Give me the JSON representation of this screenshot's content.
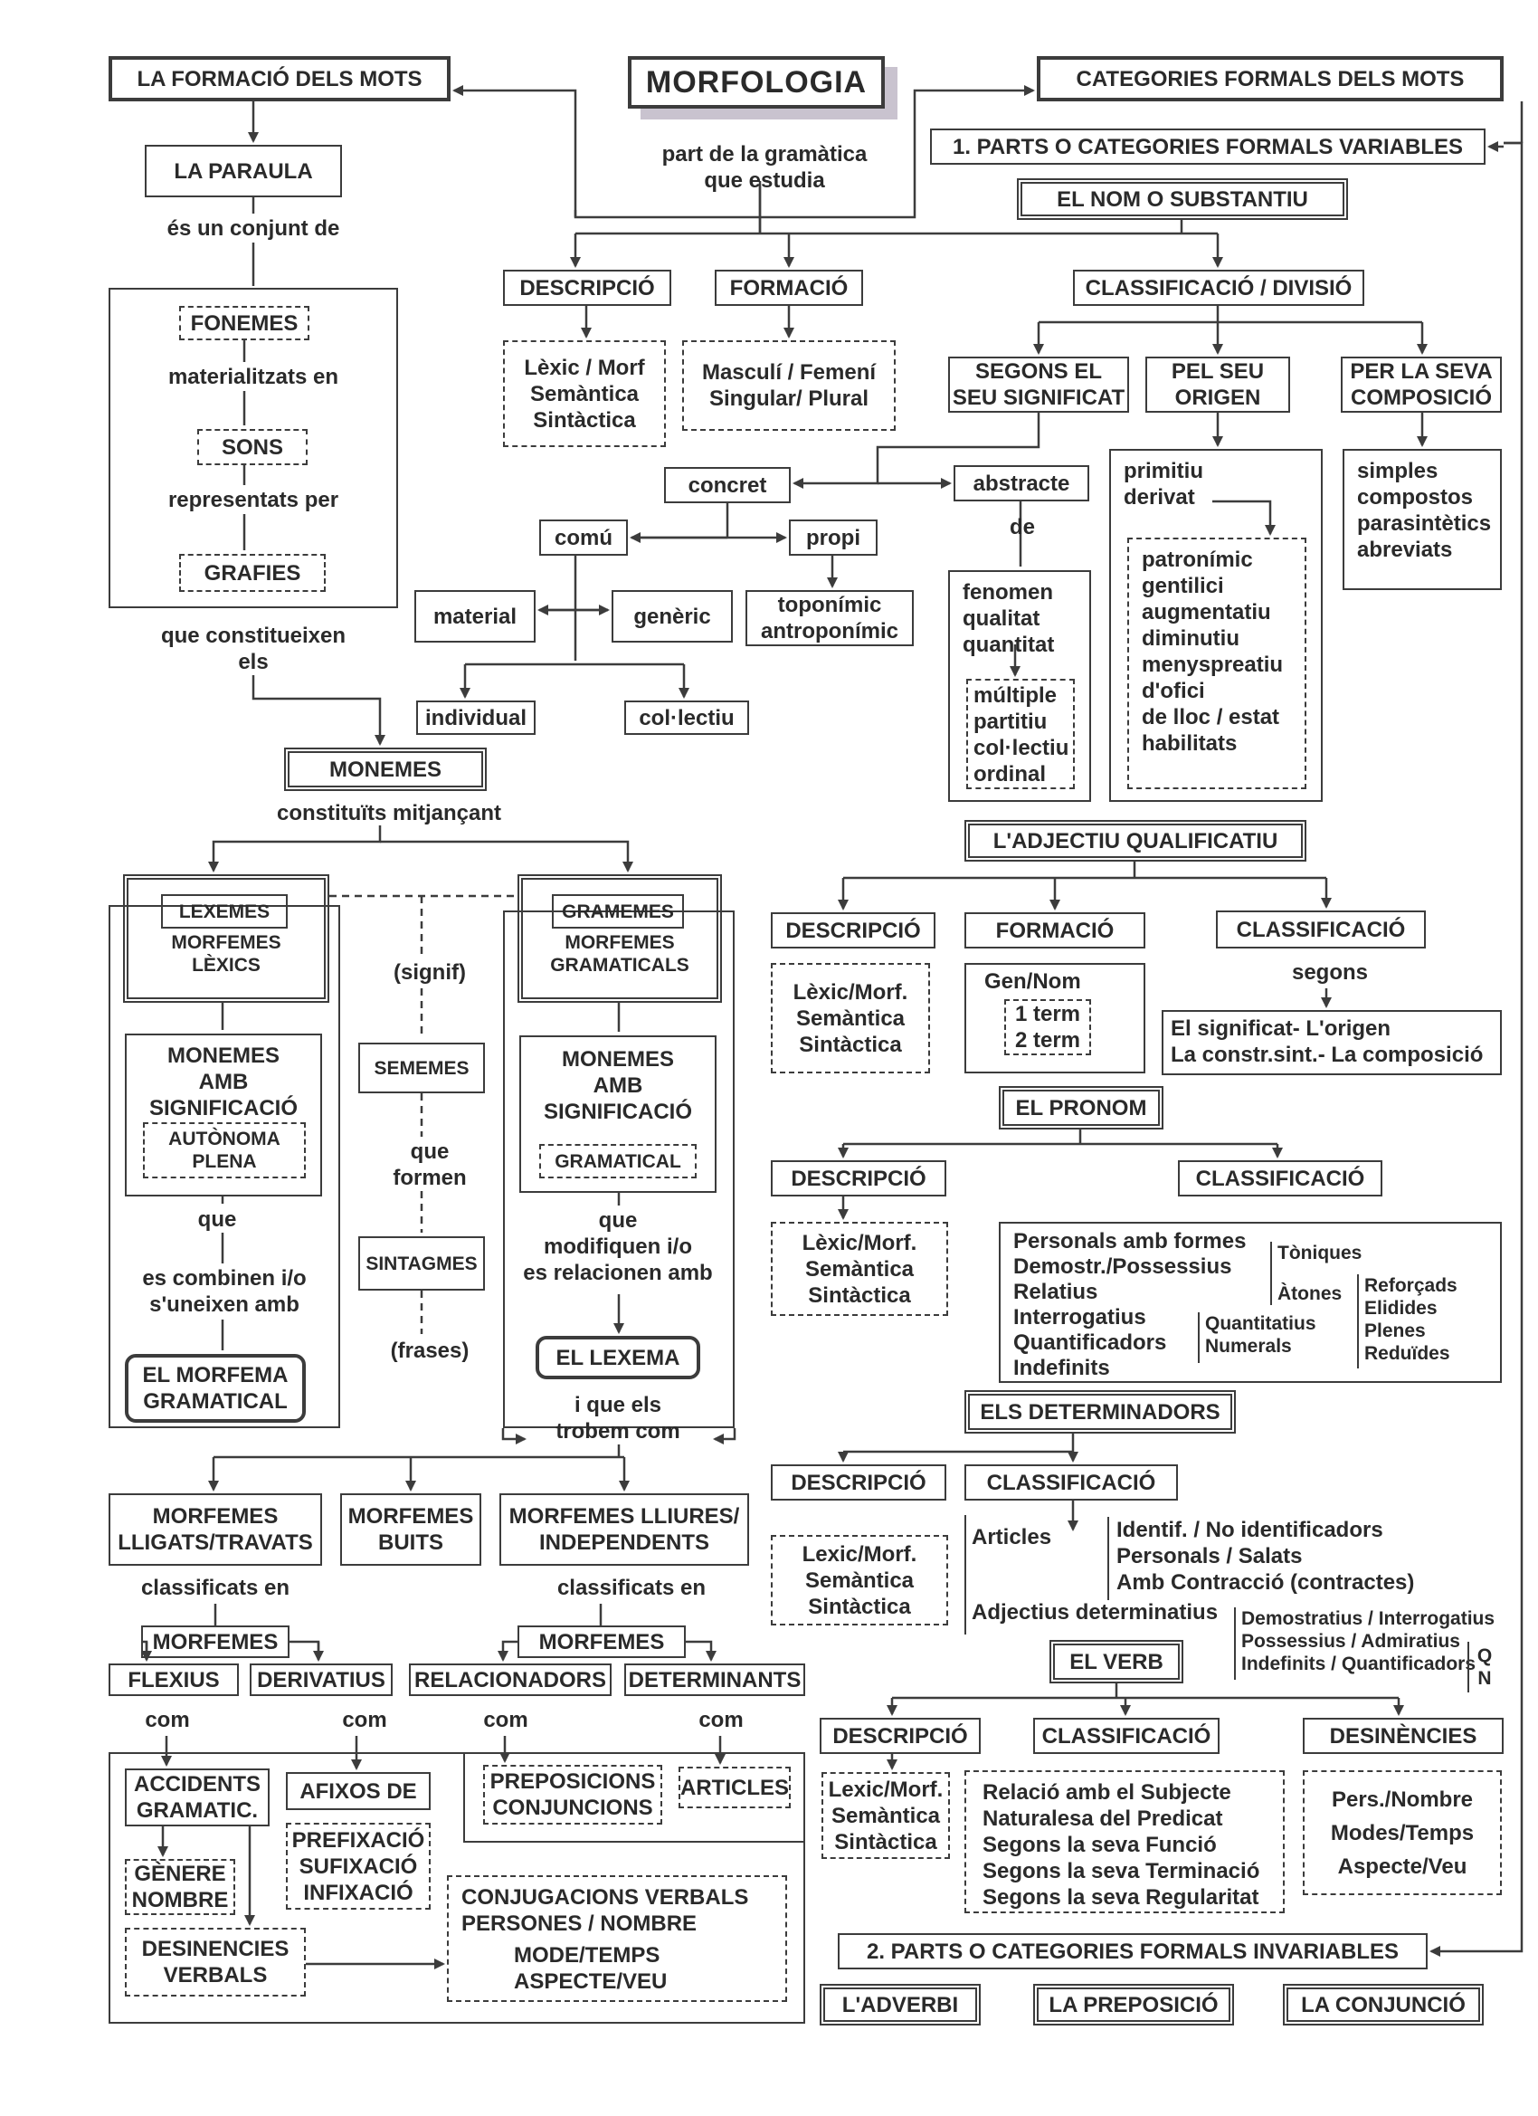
{
  "nodes": {
    "morfologia": "MORFOLOGIA",
    "morf_def": [
      "part de la gramàtica",
      "que estudia"
    ],
    "formacio_mots": "LA FORMACIÓ DELS MOTS",
    "categories_formals": "CATEGORIES FORMALS DELS MOTS",
    "cat_variables": "1. PARTS O CATEGORIES FORMALS VARIABLES",
    "nom": "EL NOM O SUBSTANTIU",
    "descripcio": "DESCRIPCIÓ",
    "formacio": "FORMACIÓ",
    "classificacio_divisio": "CLASSIFICACIÓ / DIVISIÓ",
    "lexic_morf": [
      "Lèxic / Morf",
      "Semàntica",
      "Sintàctica"
    ],
    "masculi": [
      "Masculí / Femení",
      "Singular/ Plural"
    ],
    "segons_significat": [
      "SEGONS EL",
      "SEU SIGNIFICAT"
    ],
    "pel_origen": [
      "PEL SEU",
      "ORIGEN"
    ],
    "per_composicio": [
      "PER LA SEVA",
      "COMPOSICIÓ"
    ],
    "composicio_list": [
      "simples",
      "compostos",
      "parasintètics",
      "abreviats"
    ],
    "origen_top": [
      "primitiu",
      "derivat"
    ],
    "origen_list": [
      "patronímic",
      "gentilici",
      "augmentatiu",
      "diminutiu",
      "menyspreatiu",
      "d'ofici",
      "de lloc / estat",
      "habilitats"
    ],
    "concret": "concret",
    "abstracte": "abstracte",
    "de": "de",
    "abstracte_list": [
      "fenomen",
      "qualitat",
      "quantitat"
    ],
    "quantitat_list": [
      "múltiple",
      "partitiu",
      "col·lectiu",
      "ordinal"
    ],
    "comu": "comú",
    "propi": "propi",
    "propi_list": [
      "toponímic",
      "antroponímic"
    ],
    "material": "material",
    "generic": "genèric",
    "individual": "individual",
    "collectiu": "col·lectiu",
    "paraula": "LA PARAULA",
    "es_conjunt": "és un conjunt de",
    "fonemes": "FONEMES",
    "materialitzats": "materialitzats en",
    "sons": "SONS",
    "representats": "representats per",
    "grafies": "GRAFIES",
    "que_constitueixen": [
      "que constitueixen",
      "els"
    ],
    "monemes": "MONEMES",
    "constituits": "constituïts mitjançant",
    "lexemes": "LEXEMES",
    "morfemes_lexics": [
      "MORFEMES",
      "LÈXICS"
    ],
    "monemes_amb_l": [
      "MONEMES",
      "AMB",
      "SIGNIFICACIÓ"
    ],
    "autonoma": [
      "AUTÒNOMA",
      "PLENA"
    ],
    "que_l": "que",
    "es_combinen": [
      "es combinen i/o",
      "s'uneixen amb"
    ],
    "morfema_gramatical": [
      "EL MORFEMA",
      "GRAMATICAL"
    ],
    "signif": "(signif)",
    "sememes": "SEMEMES",
    "que_formen": [
      "que",
      "formen"
    ],
    "sintagmes": "SINTAGMES",
    "frases": "(frases)",
    "gramemes": "GRAMEMES",
    "morfemes_gram": [
      "MORFEMES",
      "GRAMATICALS"
    ],
    "monemes_amb_r": [
      "MONEMES",
      "AMB",
      "SIGNIFICACIÓ"
    ],
    "gramatical": "GRAMATICAL",
    "que_modifiquen": [
      "que",
      "modifiquen i/o",
      "es relacionen amb"
    ],
    "el_lexema": "EL LEXEMA",
    "i_que": [
      "i que els",
      "trobem com"
    ],
    "morfemes_lligats": [
      "MORFEMES",
      "LLIGATS/TRAVATS"
    ],
    "morfemes_buits": [
      "MORFEMES",
      "BUITS"
    ],
    "morfemes_lliures": [
      "MORFEMES LLIURES/",
      "INDEPENDENTS"
    ],
    "classificats": "classificats en",
    "morfemes_word": "MORFEMES",
    "flexius": "FLEXIUS",
    "derivatius": "DERIVATIUS",
    "relacionadors": "RELACIONADORS",
    "determinants": "DETERMINANTS",
    "com": "com",
    "accidents": [
      "ACCIDENTS",
      "GRAMATIC."
    ],
    "afixos": "AFIXOS DE",
    "genere": [
      "GÈNERE",
      "NOMBRE"
    ],
    "prefixacio": [
      "PREFIXACIÓ",
      "SUFIXACIÓ",
      "INFIXACIÓ"
    ],
    "desinencies_verbals": [
      "DESINENCIES",
      "VERBALS"
    ],
    "conjugacions": [
      "CONJUGACIONS VERBALS",
      "PERSONES / NOMBRE"
    ],
    "mode_temps": [
      "MODE/TEMPS",
      "ASPECTE/VEU"
    ],
    "preposicions": [
      "PREPOSICIONS",
      "CONJUNCIONS"
    ],
    "articles_box": "ARTICLES",
    "adjectiu": "L'ADJECTIU QUALIFICATIU",
    "adj_descripcio": "DESCRIPCIÓ",
    "adj_formacio": "FORMACIÓ",
    "adj_classificacio": "CLASSIFICACIÓ",
    "adj_lexic": [
      "Lèxic/Morf.",
      "Semàntica",
      "Sintàctica"
    ],
    "gen_nom": "Gen/Nom",
    "terms": [
      "1 term",
      "2 term"
    ],
    "segons": "segons",
    "adj_class_list": [
      "El significat- L'origen",
      "La constr.sint.- La composició"
    ],
    "pronom": "EL PRONOM",
    "pron_descripcio": "DESCRIPCIÓ",
    "pron_classificacio": "CLASSIFICACIÓ",
    "pron_lexic": [
      "Lèxic/Morf.",
      "Semàntica",
      "Sintàctica"
    ],
    "pron_list": [
      "Personals amb formes",
      "Demostr./Possessius",
      "Relatius",
      "Interrogatius",
      "Quantificadors",
      "Indefinits"
    ],
    "toniques": [
      "Tòniques",
      "Àtones"
    ],
    "reforcats": [
      "Reforçads",
      "Elidides",
      "Plenes",
      "Reduïdes"
    ],
    "quantitatius": [
      "Quantitatius",
      "Numerals"
    ],
    "determinadors": "ELS DETERMINADORS",
    "det_descripcio": "DESCRIPCIÓ",
    "det_classificacio": "CLASSIFICACIÓ",
    "det_lexic": [
      "Lexic/Morf.",
      "Semàntica",
      "Sintàctica"
    ],
    "articles": "Articles",
    "identif": [
      "Identif. / No identificadors",
      "Personals / Salats",
      "Amb Contracció (contractes)"
    ],
    "adjectius_det": "Adjectius determinatius",
    "demostratius": [
      "Demostratius / Interrogatius",
      "Possessius / Admiratius",
      "Indefinits / Quantificadors"
    ],
    "qn": [
      "Q",
      "N"
    ],
    "verb": "EL VERB",
    "verb_descripcio": "DESCRIPCIÓ",
    "verb_classificacio": "CLASSIFICACIÓ",
    "verb_desinencies": "DESINÈNCIES",
    "verb_lexic": [
      "Lexic/Morf.",
      "Semàntica",
      "Sintàctica"
    ],
    "verb_class_list": [
      "Relació amb el Subjecte",
      "Naturalesa del Predicat",
      "Segons la seva Funció",
      "Segons la seva Terminació",
      "Segons la seva Regularitat"
    ],
    "verb_des_list": [
      "Pers./Nombre",
      "Modes/Temps",
      "Aspecte/Veu"
    ],
    "cat_invariables": "2. PARTS O CATEGORIES FORMALS INVARIABLES",
    "adverbi": "L'ADVERBI",
    "preposicio": "LA PREPOSICIÓ",
    "conjuncio": "LA CONJUNCIÓ"
  }
}
